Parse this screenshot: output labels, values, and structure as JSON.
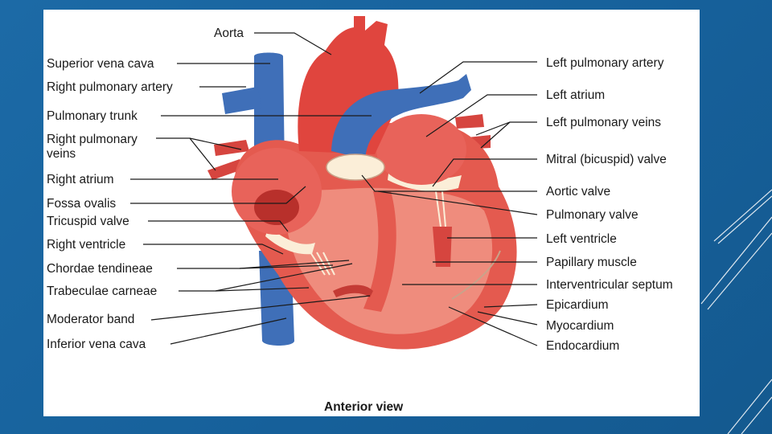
{
  "colors": {
    "slide_background": "#1a66a1",
    "panel_background": "#ffffff",
    "vessel_blue": "#3f6fb8",
    "tissue_red": "#e0504a",
    "muscle_salmon": "#ef8c7d",
    "valve_cream": "#fbeed8",
    "deco_lines": "#ffffff"
  },
  "diagram": {
    "caption": "Anterior view",
    "labels_left": [
      "Superior vena cava",
      "Right pulmonary artery",
      "Pulmonary trunk",
      "Right pulmonary",
      "veins",
      "Right atrium",
      "Fossa ovalis",
      "Tricuspid valve",
      "Right ventricle",
      "Chordae tendineae",
      "Trabeculae carneae",
      "Moderator band",
      "Inferior vena cava"
    ],
    "labels_top": [
      "Aorta"
    ],
    "labels_right": [
      "Left pulmonary artery",
      "Left atrium",
      "Left pulmonary veins",
      "Mitral (bicuspid) valve",
      "Aortic valve",
      "Pulmonary valve",
      "Left ventricle",
      "Papillary muscle",
      "Interventricular septum",
      "Epicardium",
      "Myocardium",
      "Endocardium"
    ]
  }
}
